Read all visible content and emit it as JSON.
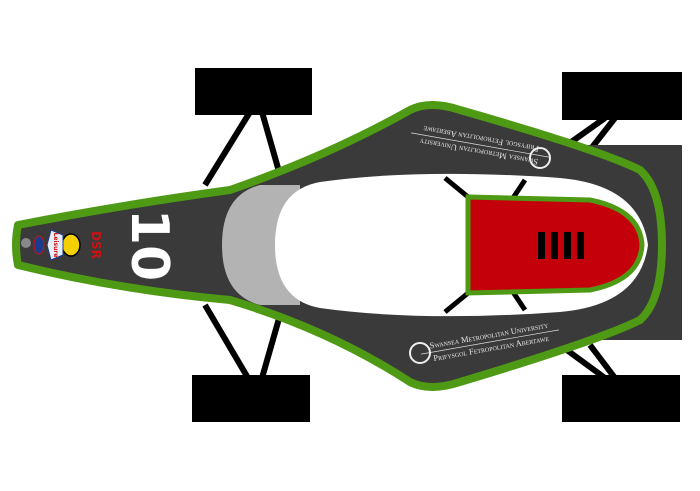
{
  "car": {
    "number": "10",
    "university_line1": "Swansea Metropolitan University",
    "university_line2": "Prifysgol Fetropolitan Abertawe",
    "sponsor_logos": [
      "DSR",
      "HM",
      "Leisure",
      "Z"
    ],
    "colors": {
      "body": "#3a3a3a",
      "outline": "#4e9a14",
      "cockpit_red": "#c4000a",
      "cockpit_opening": "#ffffff",
      "windscreen": "#b3b3b3",
      "tyres": "#000000"
    }
  }
}
